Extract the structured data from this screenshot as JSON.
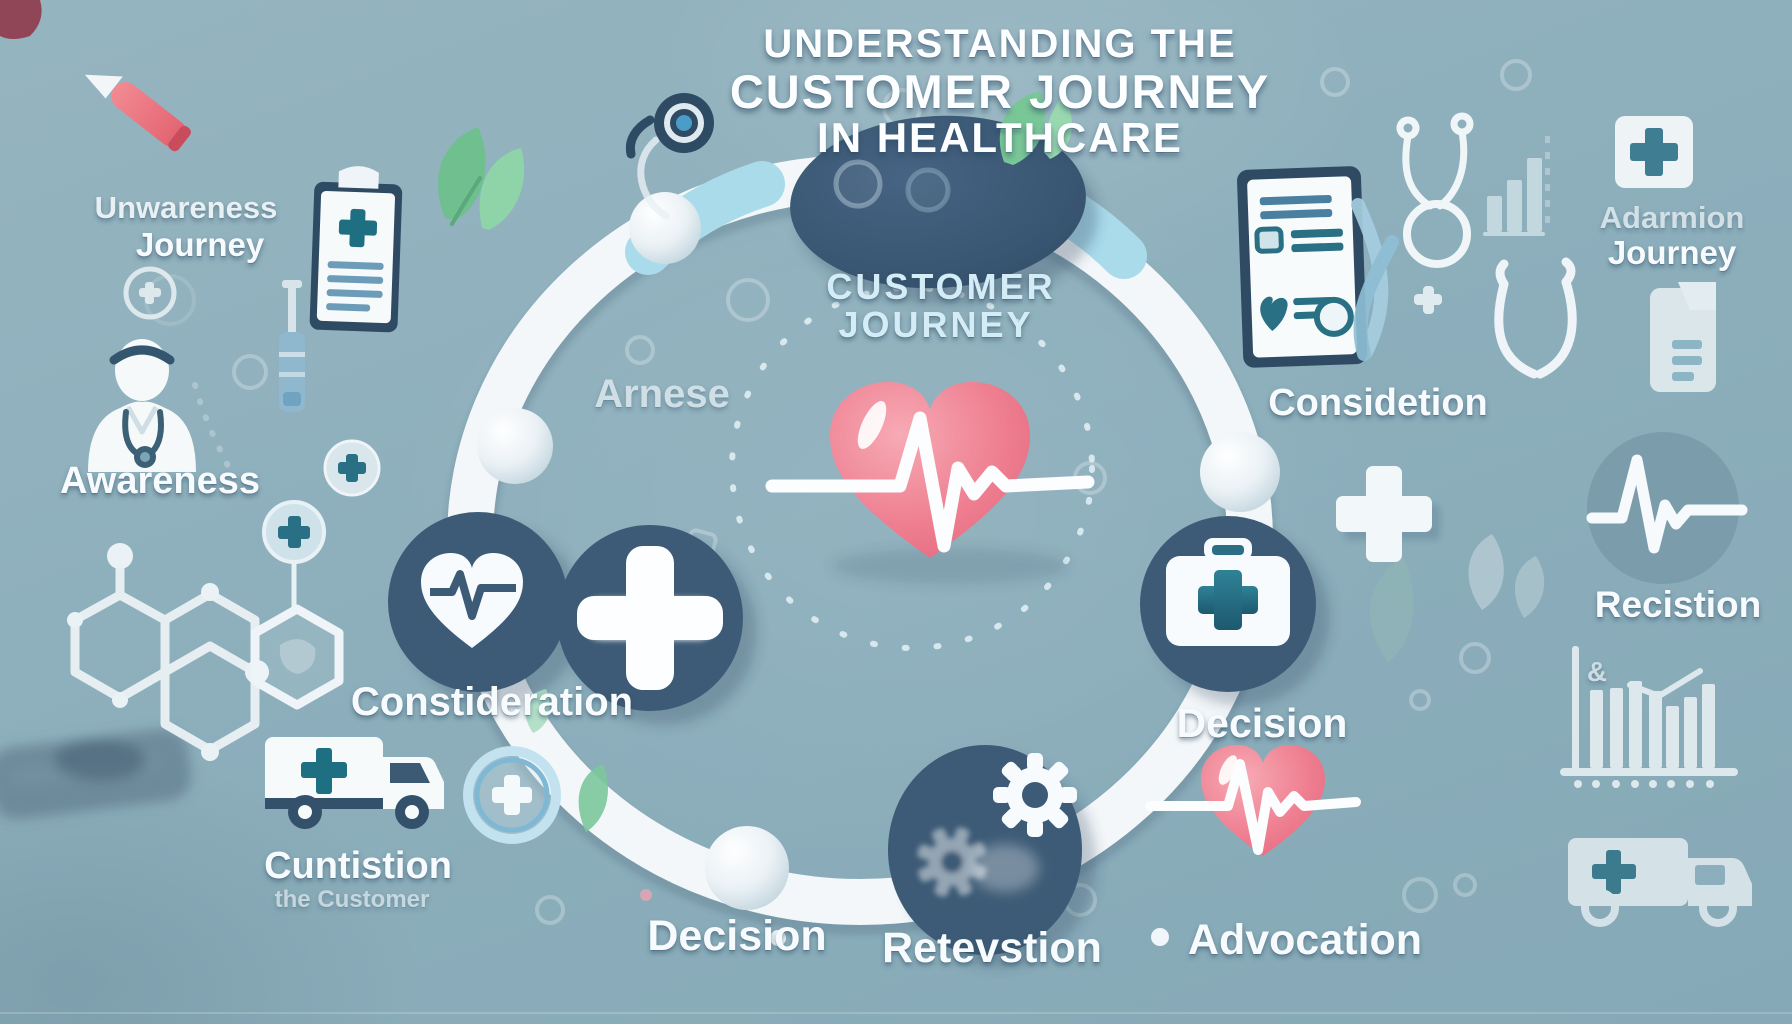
{
  "title": {
    "line1": "UNDERSTANDING THE",
    "line2": "CUSTOMER JOURNEY",
    "line3": "IN HEALTHCARE"
  },
  "center": {
    "line1": "CUSTOMER",
    "line2": "JOURNEY",
    "side_label": "Arnese"
  },
  "labels": {
    "top_left": {
      "line1": "Unwareness",
      "line2": "Journey"
    },
    "awareness": "Awareness",
    "constideration": "Constideration",
    "cuntistion": {
      "line1": "Cuntistion",
      "line2": "the Customer"
    },
    "decision_bottom": "Decision",
    "retevstion": "Retevstion",
    "advocation": "Advocation",
    "decision_right": "Decision",
    "considetion": "Considetion",
    "recistion": "Recistion",
    "ampersand": "&",
    "top_right": {
      "line1": "Adarmion",
      "line2": "Journey"
    }
  },
  "icons": [
    "red-pen-icon",
    "clipboard-cross-icon",
    "syringe-icon",
    "doctor-icon",
    "plus-badge-icon",
    "molecule-icon",
    "hexagon-icon",
    "ambulance-icon",
    "heart-pulse-node-icon",
    "cross-node-icon",
    "gear-node-icon",
    "first-aid-kit-node-icon",
    "heart-ecg-icon",
    "stethoscope-icon",
    "checklist-clipboard-icon",
    "medicine-bottle-icon",
    "bar-chart-icon",
    "pulse-circle-icon",
    "leaf-icon",
    "white-cross-icon"
  ],
  "colors": {
    "background": "#8DAFBC",
    "ring_white": "#F3F7F9",
    "ring_accent_blue": "#A9DBEB",
    "node_navy": "#3D5B76",
    "accent_teal": "#226F82",
    "heart_pink": "#EE7E90",
    "center_text_blue": "#D4ECF5",
    "label_white": "#F7FBFD",
    "leaf_green": "#77C493"
  }
}
